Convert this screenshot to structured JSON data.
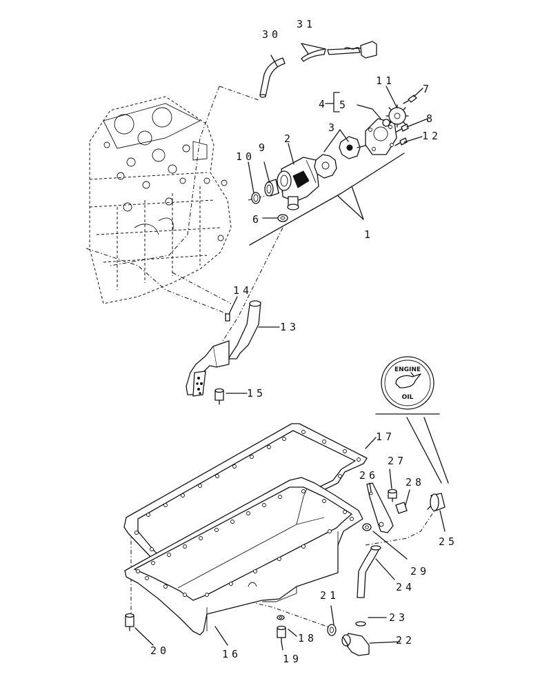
{
  "callouts": [
    "1",
    "2",
    "3",
    "4",
    "5",
    "6",
    "7",
    "8",
    "9",
    "10",
    "11",
    "12",
    "13",
    "14",
    "15",
    "16",
    "17",
    "18",
    "19",
    "20",
    "21",
    "22",
    "23",
    "24",
    "25",
    "26",
    "27",
    "28",
    "29",
    "30",
    "31"
  ],
  "badge": {
    "top_text": "ENGINE",
    "bottom_text": "OIL"
  }
}
